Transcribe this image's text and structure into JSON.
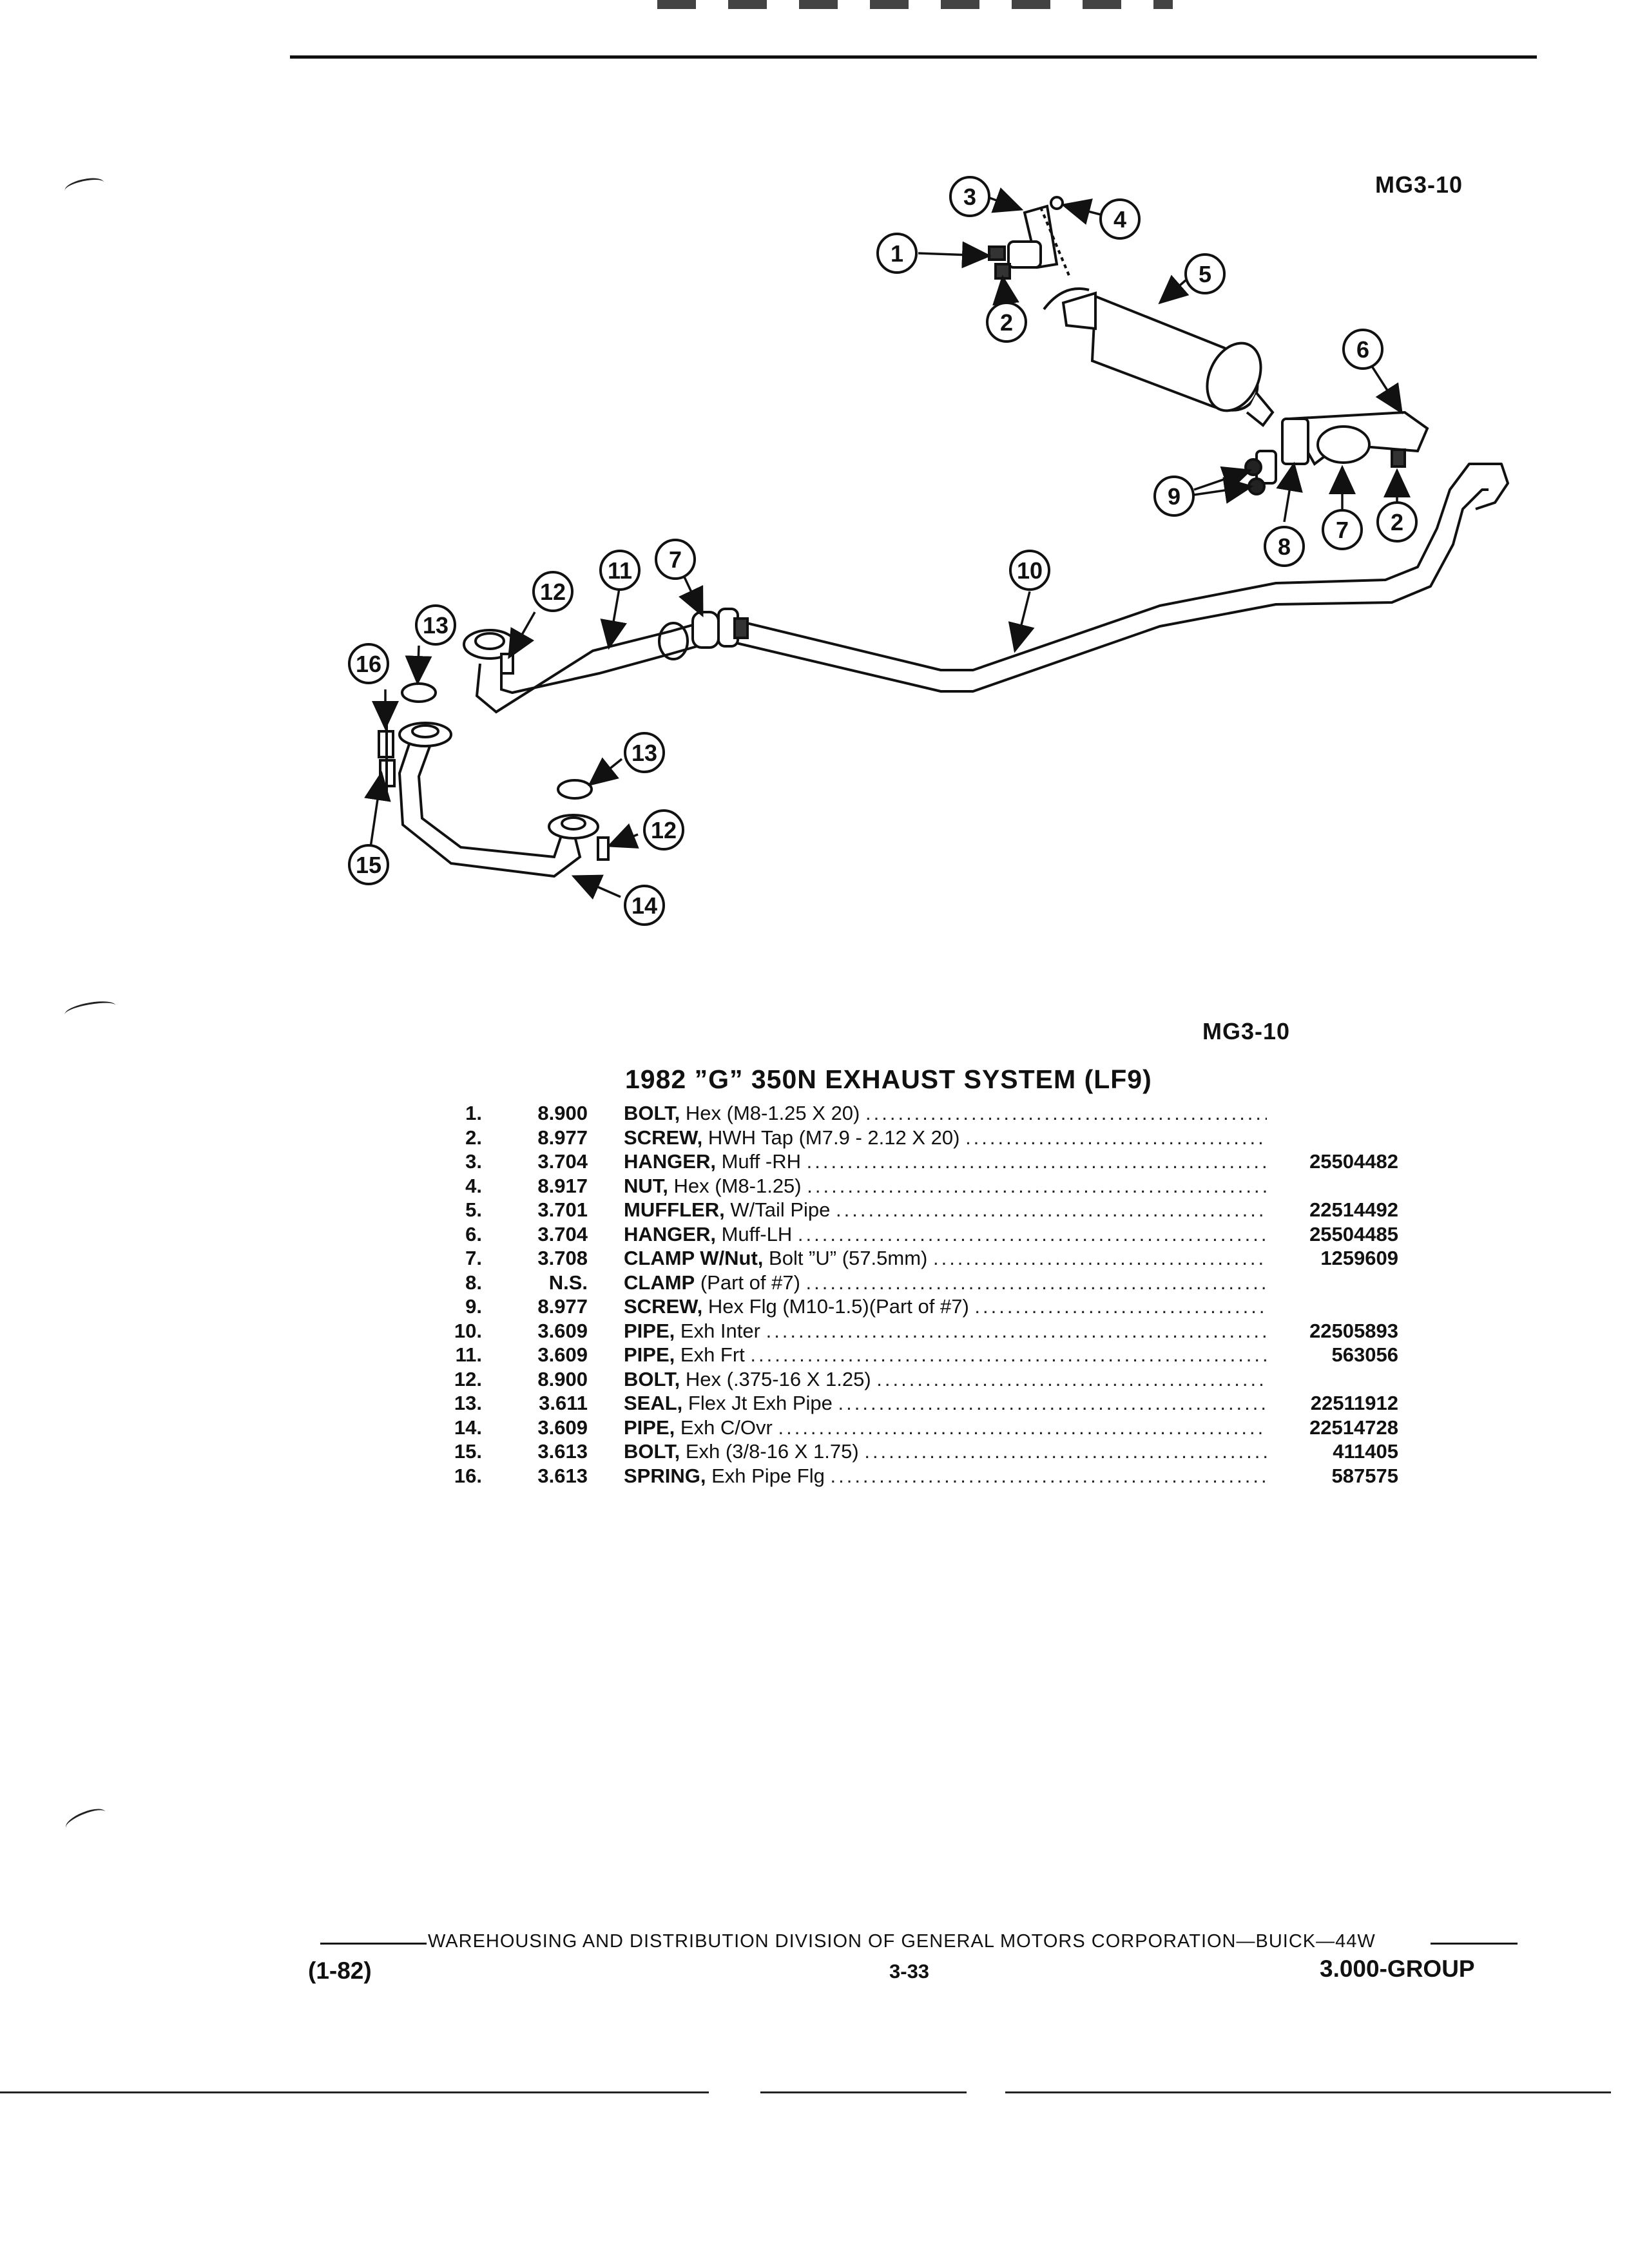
{
  "figure": {
    "id_top": "MG3-10",
    "id_bottom": "MG3-10",
    "callouts": [
      "1",
      "2",
      "3",
      "4",
      "5",
      "6",
      "7",
      "8",
      "9",
      "10",
      "11",
      "12",
      "13",
      "14",
      "15",
      "16"
    ]
  },
  "title": "1982 ”G” 350N EXHAUST SYSTEM (LF9)",
  "parts": [
    {
      "num": "1.",
      "group": "8.900",
      "name": "BOLT,",
      "spec": "Hex (M8-1.25 X 20)",
      "part_no": ""
    },
    {
      "num": "2.",
      "group": "8.977",
      "name": "SCREW,",
      "spec": "HWH Tap (M7.9 - 2.12 X 20)",
      "part_no": ""
    },
    {
      "num": "3.",
      "group": "3.704",
      "name": "HANGER,",
      "spec": "Muff -RH",
      "part_no": "25504482"
    },
    {
      "num": "4.",
      "group": "8.917",
      "name": "NUT,",
      "spec": "Hex (M8-1.25)",
      "part_no": ""
    },
    {
      "num": "5.",
      "group": "3.701",
      "name": "MUFFLER,",
      "spec": "W/Tail Pipe",
      "part_no": "22514492"
    },
    {
      "num": "6.",
      "group": "3.704",
      "name": "HANGER,",
      "spec": "Muff-LH",
      "part_no": "25504485"
    },
    {
      "num": "7.",
      "group": "3.708",
      "name": "CLAMP W/Nut,",
      "spec": "Bolt ”U” (57.5mm)",
      "part_no": "1259609"
    },
    {
      "num": "8.",
      "group": "N.S.",
      "name": "CLAMP",
      "spec": "(Part of #7)",
      "part_no": ""
    },
    {
      "num": "9.",
      "group": "8.977",
      "name": "SCREW,",
      "spec": "Hex Flg (M10-1.5)(Part of #7)",
      "part_no": ""
    },
    {
      "num": "10.",
      "group": "3.609",
      "name": "PIPE,",
      "spec": "Exh Inter",
      "part_no": "22505893"
    },
    {
      "num": "11.",
      "group": "3.609",
      "name": "PIPE,",
      "spec": "Exh Frt",
      "part_no": "563056"
    },
    {
      "num": "12.",
      "group": "8.900",
      "name": "BOLT,",
      "spec": "Hex (.375-16 X 1.25)",
      "part_no": ""
    },
    {
      "num": "13.",
      "group": "3.611",
      "name": "SEAL,",
      "spec": "Flex Jt Exh Pipe",
      "part_no": "22511912"
    },
    {
      "num": "14.",
      "group": "3.609",
      "name": "PIPE,",
      "spec": "Exh C/Ovr",
      "part_no": "22514728"
    },
    {
      "num": "15.",
      "group": "3.613",
      "name": "BOLT,",
      "spec": "Exh (3/8-16 X 1.75)",
      "part_no": "411405"
    },
    {
      "num": "16.",
      "group": "3.613",
      "name": "SPRING,",
      "spec": "Exh Pipe Flg",
      "part_no": "587575"
    }
  ],
  "footer": {
    "division": "WAREHOUSING AND DISTRIBUTION  DIVISION OF GENERAL MOTORS CORPORATION—BUICK—44W",
    "date": "(1-82)",
    "page": "3-33",
    "group": "3.000-GROUP"
  }
}
